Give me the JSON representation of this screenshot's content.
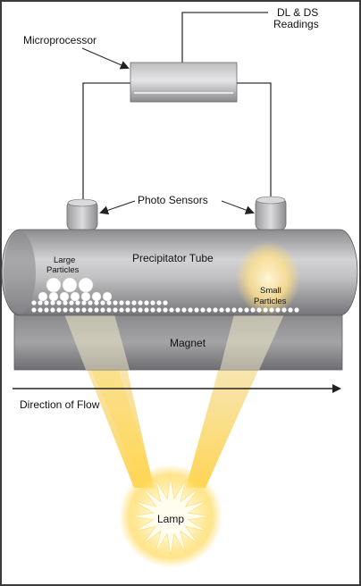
{
  "labels": {
    "readings_line1": "DL & DS",
    "readings_line2": "Readings",
    "microprocessor": "Microprocessor",
    "photo_sensors": "Photo Sensors",
    "precipitator_tube": "Precipitator Tube",
    "large_particles_line1": "Large",
    "large_particles_line2": "Particles",
    "small_particles_line1": "Small",
    "small_particles_line2": "Particles",
    "magnet": "Magnet",
    "direction_of_flow": "Direction of Flow",
    "lamp": "Lamp"
  }
}
